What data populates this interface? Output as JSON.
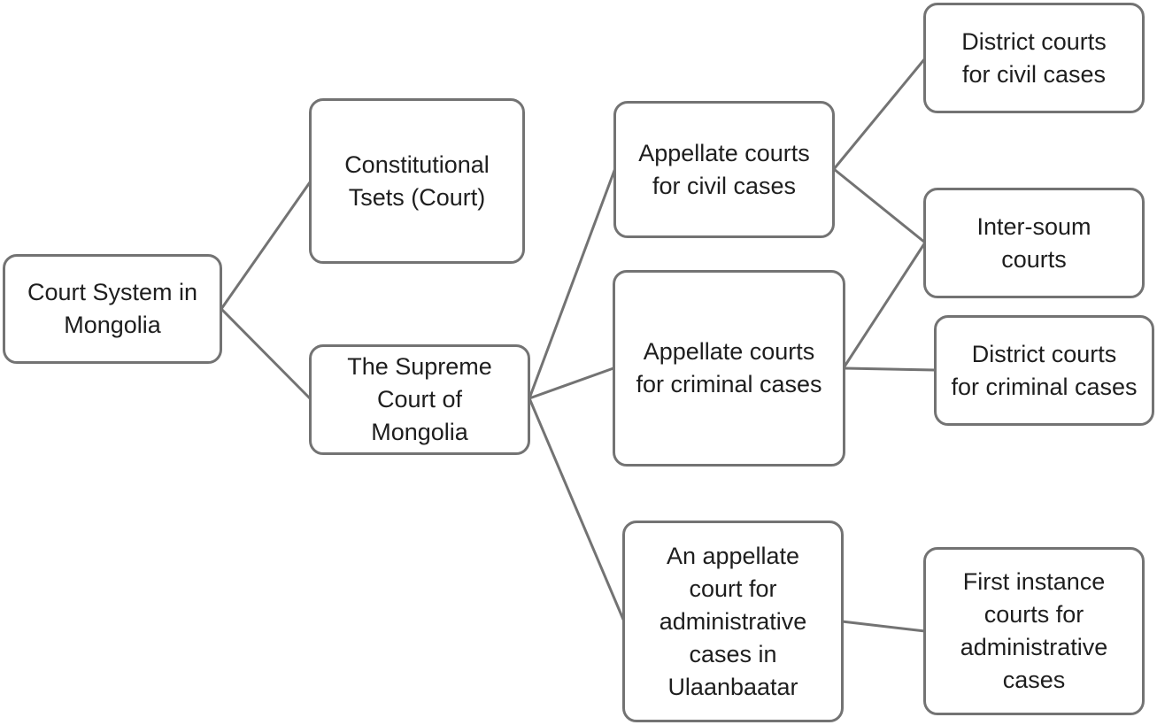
{
  "diagram": {
    "title": "Court System in Mongolia",
    "colors": {
      "border": "#737373",
      "connector": "#737373",
      "text": "#1e1e1e",
      "background": "#ffffff"
    },
    "nodes": {
      "root": {
        "label": "Court System in\nMongolia"
      },
      "constitutional": {
        "label": "Constitutional\nTsets (Court)"
      },
      "supreme": {
        "label": "The Supreme\nCourt of\nMongolia"
      },
      "appellate_civil": {
        "label": "Appellate courts\nfor civil cases"
      },
      "appellate_criminal": {
        "label": "Appellate courts\nfor criminal cases"
      },
      "appellate_admin": {
        "label": "An appellate\ncourt for\nadministrative\ncases in\nUlaanbaatar"
      },
      "district_civil": {
        "label": "District courts\nfor civil cases"
      },
      "inter_soum": {
        "label": "Inter-soum\ncourts"
      },
      "district_criminal": {
        "label": "District courts\nfor criminal cases"
      },
      "first_instance_admin": {
        "label": "First instance\ncourts for\nadministrative\ncases"
      }
    },
    "edges": [
      {
        "from": "root",
        "to": "constitutional"
      },
      {
        "from": "root",
        "to": "supreme"
      },
      {
        "from": "supreme",
        "to": "appellate_civil"
      },
      {
        "from": "supreme",
        "to": "appellate_criminal"
      },
      {
        "from": "supreme",
        "to": "appellate_admin"
      },
      {
        "from": "appellate_civil",
        "to": "district_civil"
      },
      {
        "from": "appellate_civil",
        "to": "inter_soum"
      },
      {
        "from": "appellate_criminal",
        "to": "inter_soum"
      },
      {
        "from": "appellate_criminal",
        "to": "district_criminal"
      },
      {
        "from": "appellate_admin",
        "to": "first_instance_admin"
      }
    ]
  }
}
